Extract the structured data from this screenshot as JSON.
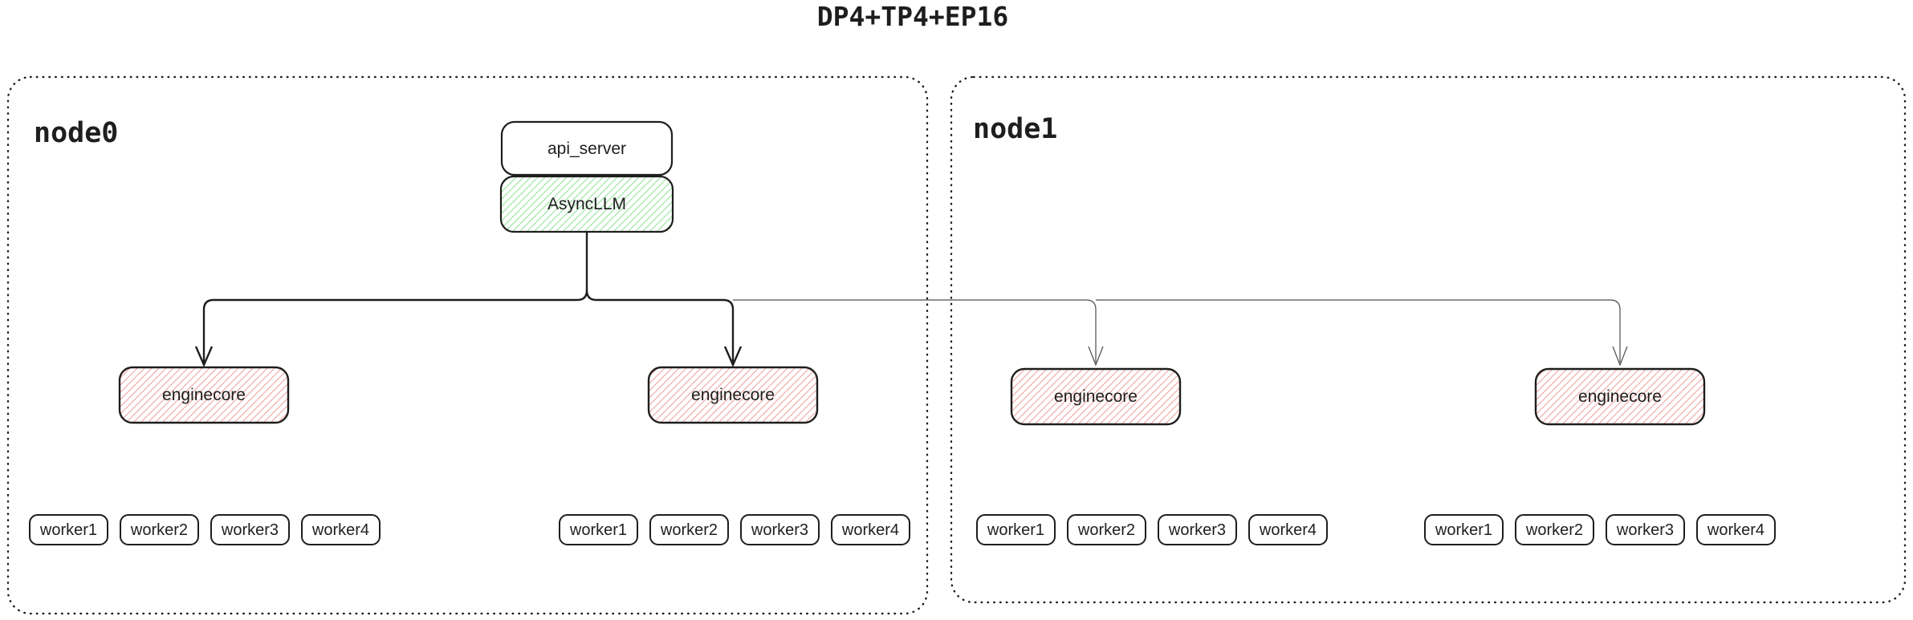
{
  "title": "DP4+TP4+EP16",
  "colors": {
    "line": "#1e1e1e",
    "thin_line": "#4d4d4d",
    "box_border": "#1e1e1e",
    "green_hatch": "#9de8a4",
    "red_hatch": "#f4abab",
    "background": "#ffffff"
  },
  "node0": {
    "label": "node0"
  },
  "node1": {
    "label": "node1"
  },
  "api_server": {
    "label": "api_server"
  },
  "async_llm": {
    "label": "AsyncLLM"
  },
  "enginecores": [
    {
      "label": "enginecore"
    },
    {
      "label": "enginecore"
    },
    {
      "label": "enginecore"
    },
    {
      "label": "enginecore"
    }
  ],
  "worker_groups": [
    {
      "workers": [
        "worker1",
        "worker2",
        "worker3",
        "worker4"
      ]
    },
    {
      "workers": [
        "worker1",
        "worker2",
        "worker3",
        "worker4"
      ]
    },
    {
      "workers": [
        "worker1",
        "worker2",
        "worker3",
        "worker4"
      ]
    },
    {
      "workers": [
        "worker1",
        "worker2",
        "worker3",
        "worker4"
      ]
    }
  ]
}
